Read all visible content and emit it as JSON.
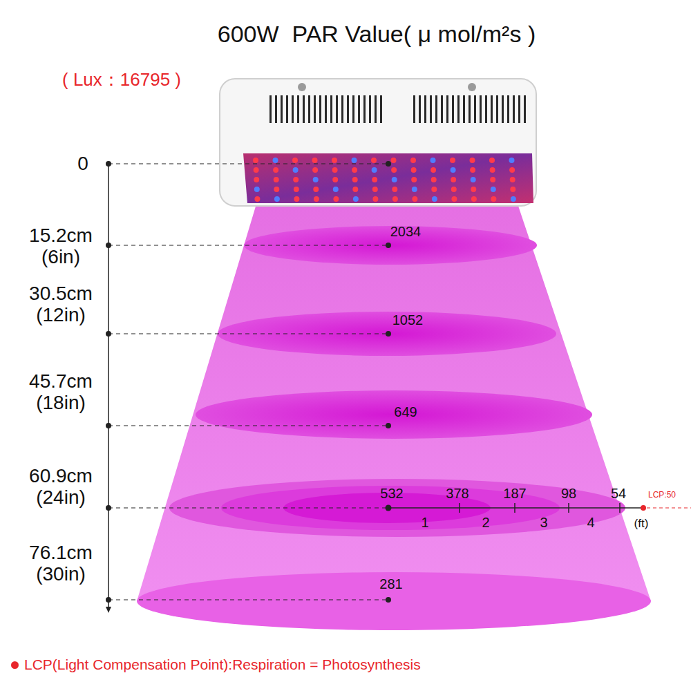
{
  "diagram": {
    "title": "600W  PAR Value( μ mol/m²s )",
    "labels": [
      "( Lux：16795 )",
      "0",
      "15.2cm (6in)",
      "2034",
      "30.5cm (12in)",
      "1052",
      "45.7cm (18in)",
      "649",
      "60.9cm (24in)",
      "532",
      "378",
      "187",
      "98",
      "54",
      "LCP:50",
      "1",
      "2",
      "3",
      "4",
      "(ft)",
      "76.1cm (30in)",
      "281"
    ],
    "legend": [
      {
        "text": "LCP(Light Compensation Point):Respiration = Photosynthesis",
        "color": "#e8262b"
      }
    ]
  }
}
